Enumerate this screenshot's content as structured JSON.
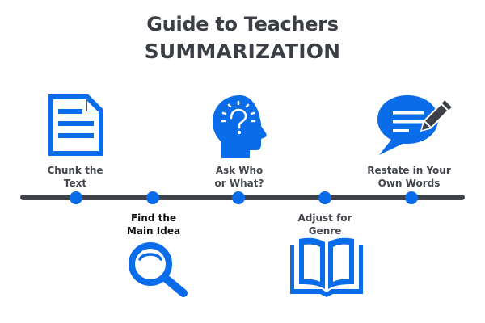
{
  "header": {
    "title": "Guide to Teachers",
    "subtitle": "SUMMARIZATION"
  },
  "colors": {
    "accent": "#0a6ce8",
    "line": "#3e4148",
    "text": "#3b3e45",
    "pencil": "#3e4148"
  },
  "steps": [
    {
      "line1": "Chunk the",
      "line2": "Text",
      "icon": "document-icon",
      "position": "above"
    },
    {
      "line1": "Find the",
      "line2": "Main Idea",
      "icon": "magnifying-glass-icon",
      "position": "below"
    },
    {
      "line1": "Ask Who",
      "line2": "or What?",
      "icon": "head-question-icon",
      "position": "above"
    },
    {
      "line1": "Adjust for",
      "line2": "Genre",
      "icon": "open-book-icon",
      "position": "below"
    },
    {
      "line1": "Restate in Your",
      "line2": "Own Words",
      "icon": "speech-bubble-pencil-icon",
      "position": "above"
    }
  ]
}
